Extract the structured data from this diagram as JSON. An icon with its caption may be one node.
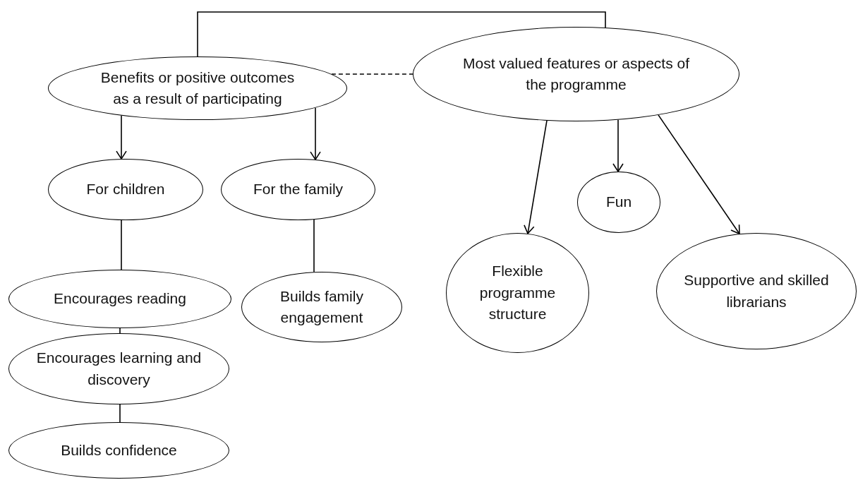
{
  "diagram": {
    "nodes": [
      {
        "text": [
          "Benefits or positive outcomes as a result of participating"
        ]
      },
      {
        "text": [
          "Most valued features or aspects of the programme"
        ]
      },
      {
        "text": [
          "For children"
        ]
      },
      {
        "text": [
          "For the family"
        ]
      },
      {
        "text": [
          "Encourages reading"
        ]
      },
      {
        "text": [
          "Encourages learning and discovery"
        ]
      },
      {
        "text": [
          "Builds confidence"
        ]
      },
      {
        "text": [
          "Builds family engagement"
        ]
      },
      {
        "text": [
          "Flexible programme structure"
        ]
      },
      {
        "text": [
          "Fun"
        ]
      },
      {
        "text": [
          "Supportive and skilled librarians"
        ]
      }
    ],
    "edges": [
      {
        "from": 0,
        "to": 1,
        "arrow": "none"
      },
      {
        "from": 0,
        "to": 1,
        "arrow": "none",
        "style": "dashed"
      },
      {
        "from": 0,
        "to": 2,
        "arrow": "to"
      },
      {
        "from": 0,
        "to": 3,
        "arrow": "to"
      },
      {
        "from": 2,
        "to": 4,
        "arrow": "none"
      },
      {
        "from": 4,
        "to": 5,
        "arrow": "none"
      },
      {
        "from": 5,
        "to": 6,
        "arrow": "none"
      },
      {
        "from": 3,
        "to": 7,
        "arrow": "none"
      },
      {
        "from": 1,
        "to": 8,
        "arrow": "to"
      },
      {
        "from": 1,
        "to": 9,
        "arrow": "to"
      },
      {
        "from": 1,
        "to": 10,
        "arrow": "to"
      }
    ]
  }
}
